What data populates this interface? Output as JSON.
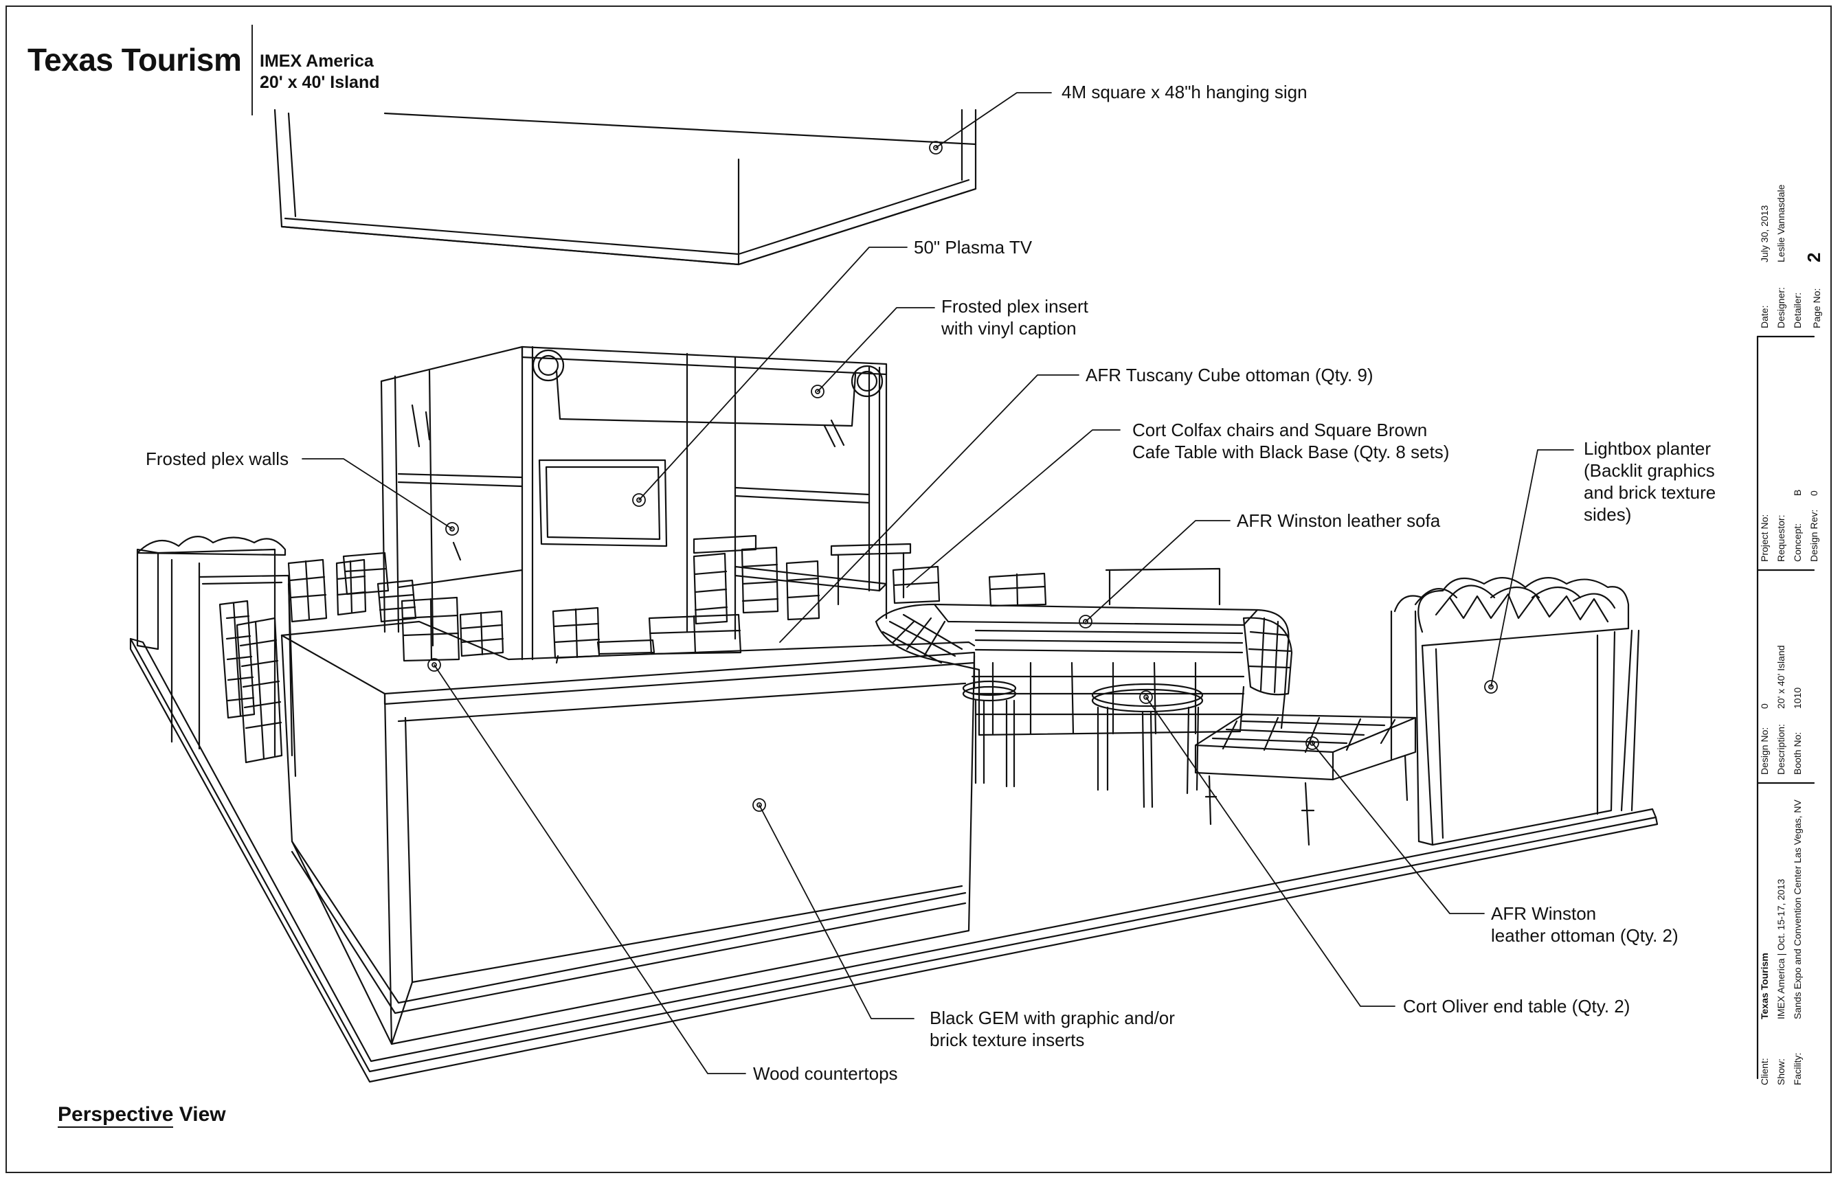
{
  "title": {
    "main": "Texas Tourism",
    "sub_line1": "IMEX America",
    "sub_line2": "20' x 40' Island"
  },
  "callouts": {
    "hanging_sign": "4M square x 48\"h hanging sign",
    "plasma_tv": "50\" Plasma TV",
    "frosted_insert": "Frosted plex insert\nwith vinyl caption",
    "cube_ottoman": "AFR Tuscany Cube ottoman (Qty. 9)",
    "colfax_chairs": "Cort Colfax chairs and Square Brown\nCafe Table with Black Base (Qty. 8 sets)",
    "frosted_walls": "Frosted plex walls",
    "winston_sofa": "AFR Winston leather sofa",
    "lightbox_planter": "Lightbox planter\n(Backlit graphics\nand brick texture\nsides)",
    "winston_ottoman": "AFR Winston\nleather ottoman (Qty. 2)",
    "oliver_table": "Cort Oliver end table (Qty. 2)",
    "black_gem": "Black GEM with graphic and/or\nbrick texture inserts",
    "wood_countertops": "Wood countertops"
  },
  "view_label": {
    "underlined": "Perspective",
    "rest": " View"
  },
  "title_block": {
    "top": {
      "labels": [
        "Date:",
        "Designer:",
        "Detailer:",
        "Page No:"
      ],
      "values": [
        "July 30, 2013",
        "Leslie Vannasdale",
        "",
        "2"
      ]
    },
    "project": {
      "labels": [
        "Project No:",
        "Requestor:",
        "Concept:",
        "Design Rev:"
      ],
      "values": [
        "",
        "",
        "B",
        "0"
      ]
    },
    "design": {
      "labels": [
        "Design No:",
        "Description:",
        "Booth No:"
      ],
      "values": [
        "0",
        "20' x 40' Island",
        "1010"
      ]
    },
    "client": {
      "labels": [
        "Client:",
        "Show:",
        "Facility:"
      ],
      "values": [
        "Texas Tourism",
        "IMEX America | Oct. 15-17, 2013",
        "Sands Expo and Convention Center Las Vegas, NV"
      ]
    }
  },
  "colors": {
    "ink": "#111111",
    "paper": "#ffffff"
  }
}
